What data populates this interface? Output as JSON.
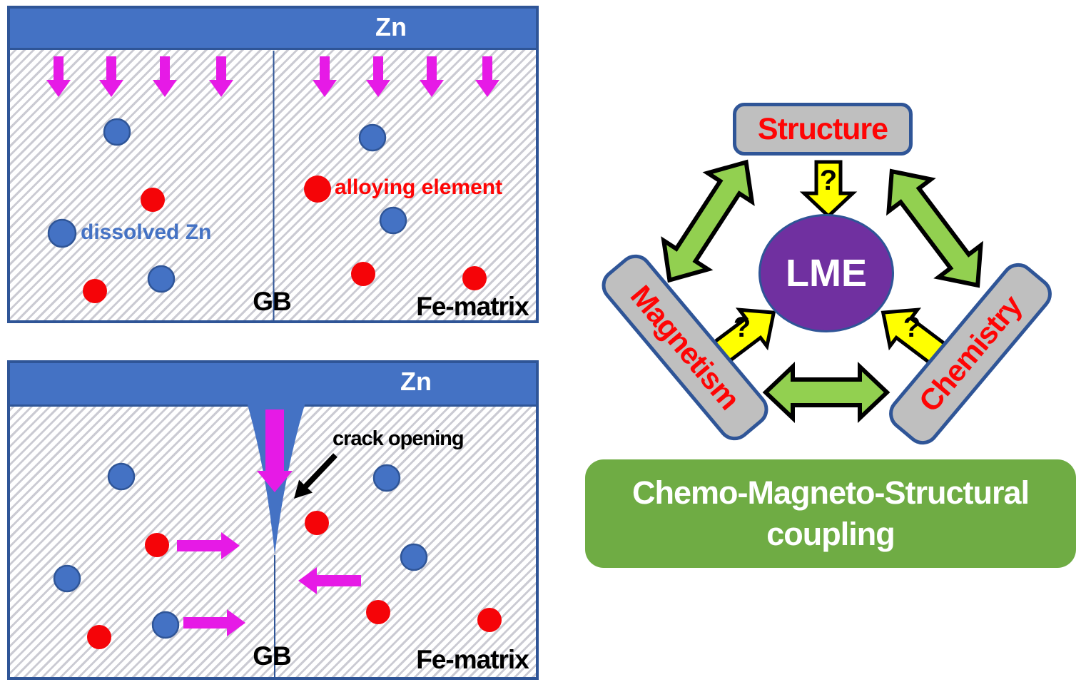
{
  "figure": {
    "panels": {
      "top": {
        "zn_layer": "Zn",
        "dissolved_zn": "dissolved Zn",
        "alloying_element": "alloying element",
        "grain_boundary": "GB",
        "fe_matrix": "Fe-matrix"
      },
      "bottom": {
        "zn_layer": "Zn",
        "crack_opening": "crack opening",
        "grain_boundary": "GB",
        "fe_matrix": "Fe-matrix"
      }
    },
    "diagram": {
      "structure": "Structure",
      "magnetism": "Magnetism",
      "chemistry": "Chemistry",
      "lme": "LME",
      "question_mark": "?",
      "coupling_line1": "Chemo-Magneto-Structural",
      "coupling_line2": "coupling"
    }
  },
  "colors": {
    "zn_blue": "#4472C4",
    "dark_blue_border": "#2F5597",
    "magenta": "#E61AE6",
    "circle_red": "#F50408",
    "label_red": "#FE0505",
    "purple": "#7030A0",
    "box_grey": "#BFBFBF",
    "green_arrow": "#92D050",
    "yellow": "#FFFF00",
    "coupling_green": "#6FAC44",
    "hatch_grey": "#CBCBD3",
    "black": "#000000",
    "white": "#FFFFFF"
  }
}
